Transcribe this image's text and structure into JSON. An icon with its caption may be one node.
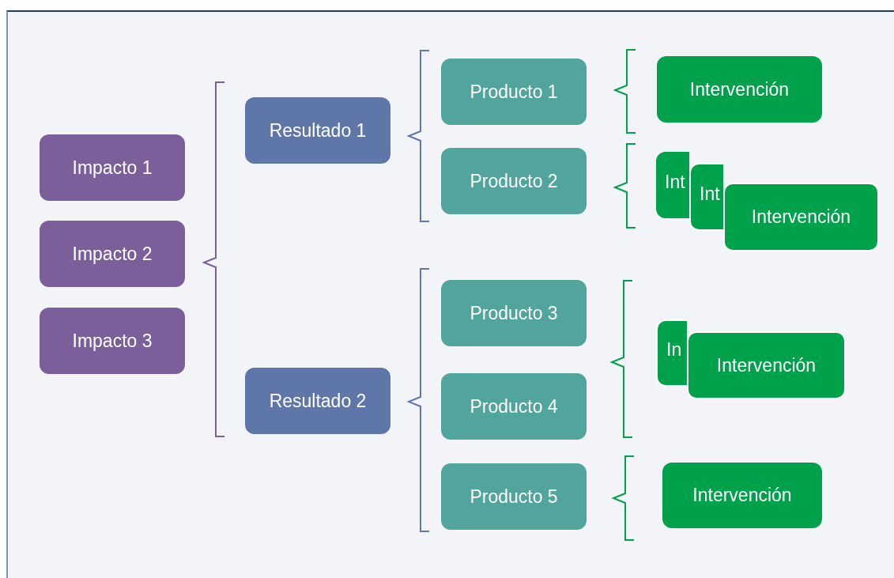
{
  "diagram": {
    "nodes": [
      {
        "text": [
          "Impacto  1"
        ]
      },
      {
        "text": [
          "Impacto 2"
        ]
      },
      {
        "text": [
          "Impacto 3"
        ]
      },
      {
        "text": [
          "Resultado 1"
        ]
      },
      {
        "text": [
          "Resultado 2"
        ]
      },
      {
        "text": [
          "Producto 1"
        ]
      },
      {
        "text": [
          "Producto 2"
        ]
      },
      {
        "text": [
          "Producto 3"
        ]
      },
      {
        "text": [
          "Producto 4"
        ]
      },
      {
        "text": [
          "Producto 5"
        ]
      },
      {
        "text": [
          "Intervención"
        ]
      },
      {
        "text": [
          "Int"
        ]
      },
      {
        "text": [
          "Int"
        ]
      },
      {
        "text": [
          "Intervención"
        ]
      },
      {
        "text": [
          "In"
        ]
      },
      {
        "text": [
          "Intervención"
        ]
      },
      {
        "text": [
          "Intervención"
        ]
      }
    ]
  }
}
